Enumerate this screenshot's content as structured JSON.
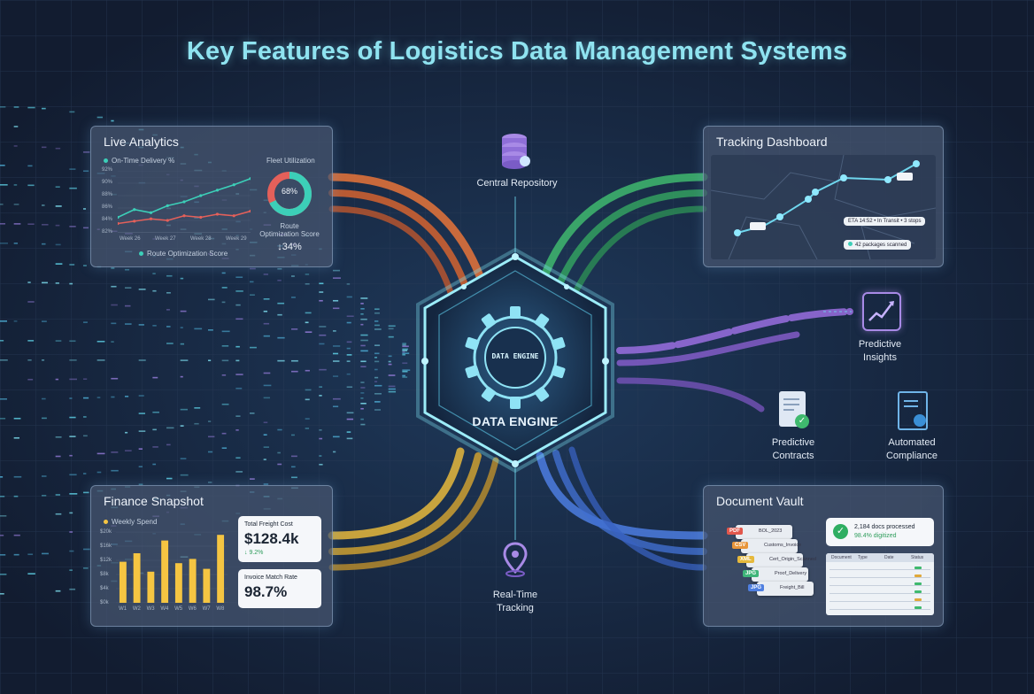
{
  "title": "Key Features of Logistics Data Management Systems",
  "engine": {
    "label": "DATA ENGINE",
    "gear_text": "DATA ENGINE"
  },
  "hubs": {
    "central_repository": "Central Repository",
    "realtime_tracking_1": "Real-Time",
    "realtime_tracking_2": "Tracking",
    "predictive_insights_1": "Predictive",
    "predictive_insights_2": "Insights",
    "predictive_contracts_1": "Predictive",
    "predictive_contracts_2": "Contracts",
    "automated_compliance_1": "Automated",
    "automated_compliance_2": "Compliance"
  },
  "live_analytics": {
    "title": "Live Analytics",
    "legend_line": "On-Time Delivery %",
    "legend_bottom": "Route Optimization Score",
    "donut_caption": "Fleet Utilization",
    "donut_value": "68%",
    "donut_fraction": 0.68,
    "score_label_1": "Route",
    "score_label_2": "Optimization Score",
    "score_value": "↓34%",
    "y_ticks": [
      "92%",
      "90%",
      "88%",
      "86%",
      "84%",
      "82%"
    ],
    "x_ticks": [
      "Week 26",
      "Week 27",
      "Week 28",
      "Week 29"
    ],
    "series_teal": [
      20,
      30,
      26,
      35,
      40,
      48,
      55,
      62,
      70
    ],
    "series_red": [
      12,
      15,
      18,
      16,
      22,
      20,
      24,
      22,
      28
    ]
  },
  "tracking_dashboard": {
    "title": "Tracking Dashboard",
    "eta_label": "ETA 14:52 • In Transit • 3 stops",
    "packages_label": "42 packages scanned"
  },
  "finance_snapshot": {
    "title": "Finance Snapshot",
    "legend": "Weekly Spend",
    "total_label": "Total Freight Cost",
    "total_value": "$128.4k",
    "total_change": "↓ 9.2%",
    "invoice_label": "Invoice Match Rate",
    "invoice_value": "98.7%",
    "bars": [
      58,
      70,
      44,
      88,
      56,
      62,
      48,
      96
    ],
    "x_ticks": [
      "W1",
      "W2",
      "W3",
      "W4",
      "W5",
      "W6",
      "W7",
      "W8"
    ],
    "y_ticks": [
      "$20k",
      "$16k",
      "$12k",
      "$8k",
      "$4k",
      "$0k"
    ]
  },
  "document_vault": {
    "title": "Document Vault",
    "processed_label": "2,184 docs processed",
    "digitized_label": "98.4% digitized",
    "docs": [
      {
        "tag": "PDF",
        "name": "BOL_2023",
        "color": "#e2574c"
      },
      {
        "tag": "CSV",
        "name": "Customs_Invoice",
        "color": "#e8953a"
      },
      {
        "tag": "XML",
        "name": "Cert_Origin_Scanned",
        "color": "#e6b93c"
      },
      {
        "tag": "JPG",
        "name": "Proof_Delivery",
        "color": "#3fb57a"
      },
      {
        "tag": "JPG",
        "name": "Freight_Bill",
        "color": "#4f7fe0"
      }
    ],
    "table_headers": [
      "Document",
      "Type",
      "Date",
      "Status"
    ]
  },
  "colors": {
    "background": "#14213a",
    "accent_cyan": "#7fe1f2",
    "stream_orange": "#e8743a",
    "stream_green": "#3fb96e",
    "stream_purple": "#9a6fe0",
    "stream_yellow": "#e6b93c",
    "stream_blue": "#4c7de0",
    "bar_yellow": "#f5c542",
    "line_teal": "#3ccfb8",
    "line_red": "#e4605a"
  },
  "icons": [
    "database-icon",
    "location-pin-icon",
    "chart-growth-icon",
    "document-check-icon",
    "compliance-badge-icon",
    "gear-icon",
    "check-circle-icon"
  ]
}
